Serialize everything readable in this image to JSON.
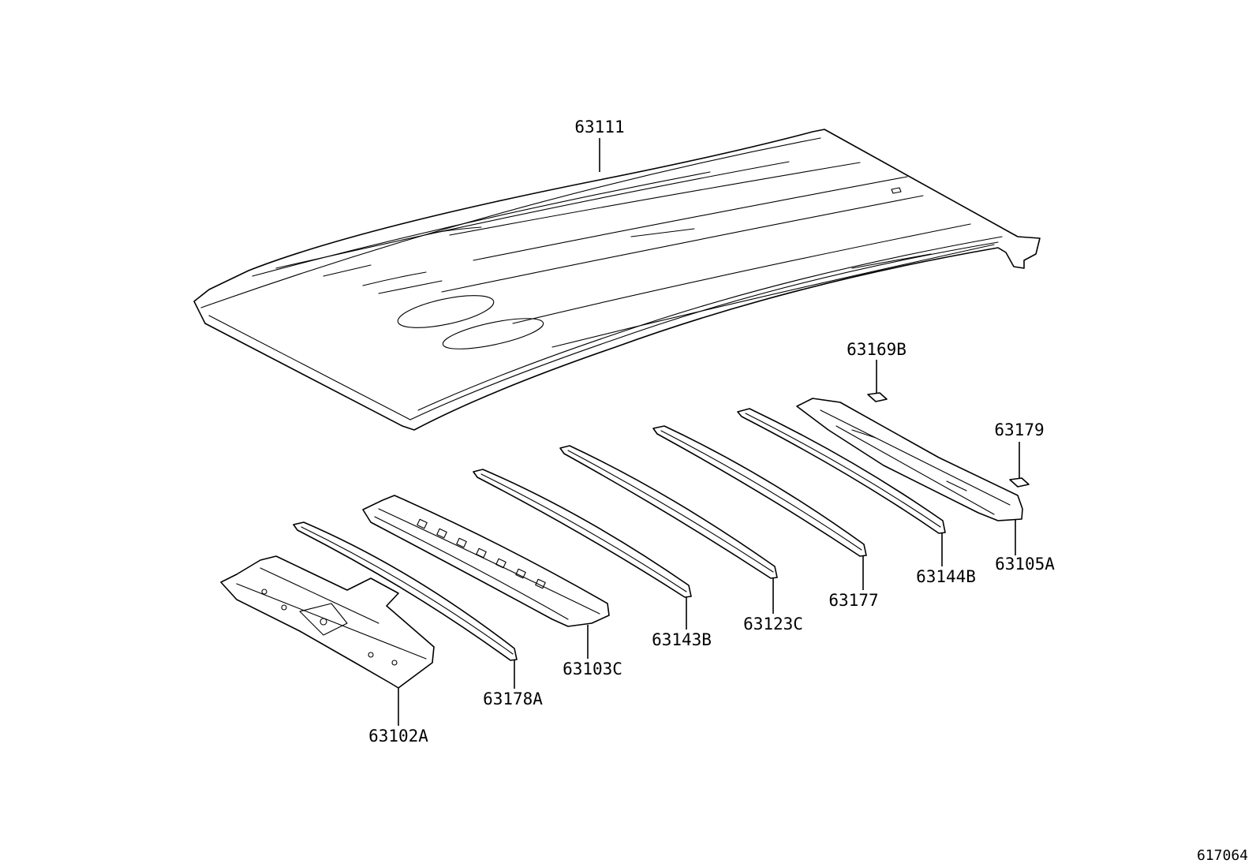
{
  "parts": {
    "roof_panel": "63111",
    "reinforcement_63169b": "63169B",
    "patch_63179": "63179",
    "header_panel_63105a": "63105A",
    "bow_63144b": "63144B",
    "bow_63177": "63177",
    "bow_63123c": "63123C",
    "bow_63143b": "63143B",
    "reinforcement_63103c": "63103C",
    "bow_63178a": "63178A",
    "rear_header_63102a": "63102A"
  },
  "diagram_ref": "617064"
}
